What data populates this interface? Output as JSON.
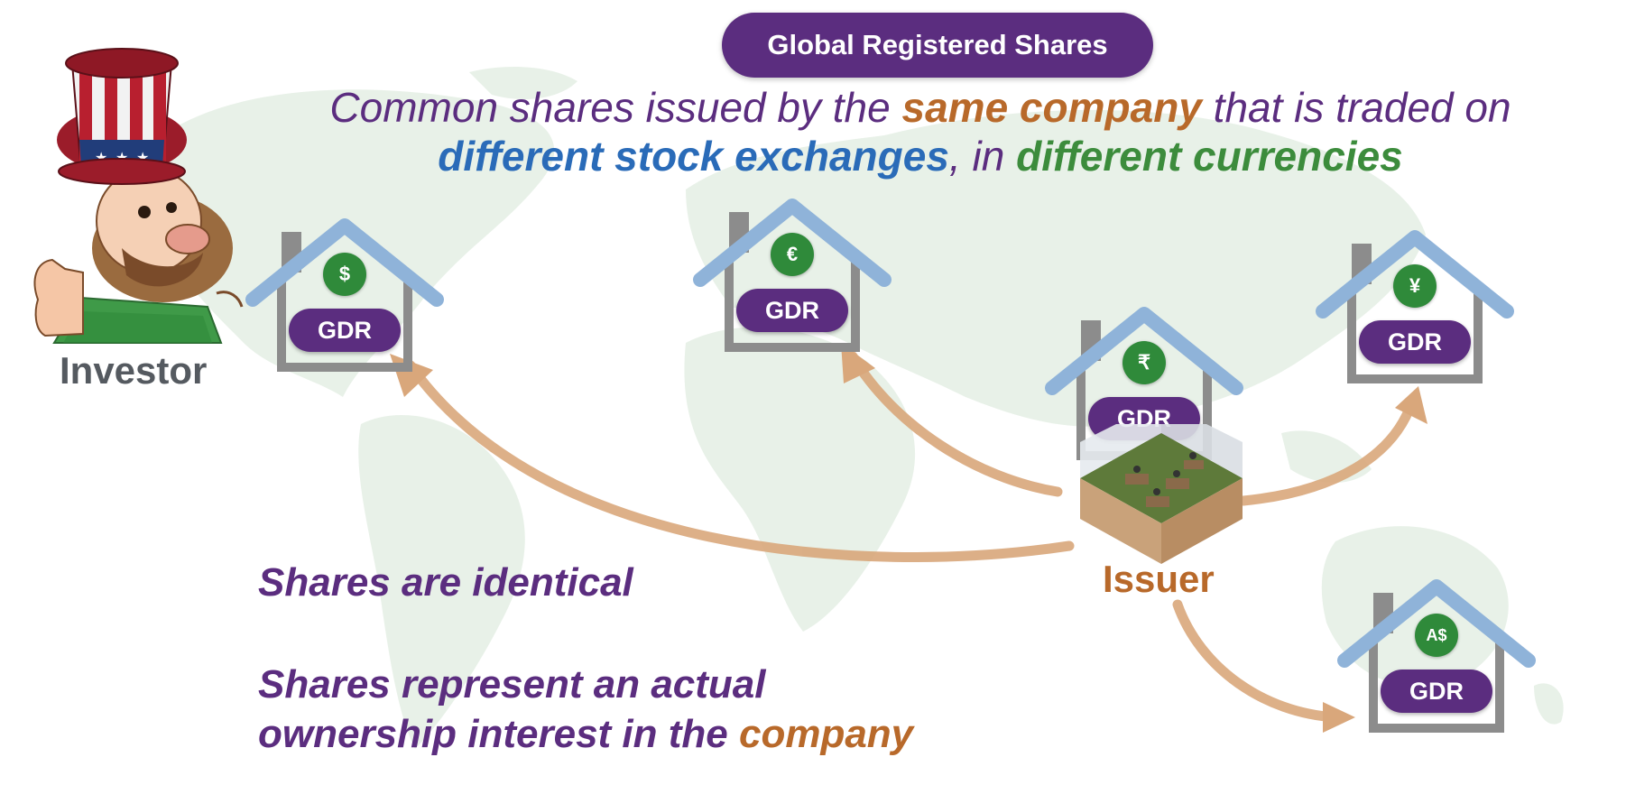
{
  "title": "Global Registered Shares",
  "subtitle": {
    "line1": {
      "part1": "Common shares issued by the ",
      "emphasis": "same company",
      "part2": " that is traded on"
    },
    "line2": {
      "emphasis1": "different stock exchanges",
      "part1": ", in ",
      "emphasis2": "different currencies"
    }
  },
  "investor_label": "Investor",
  "issuer_label": "Issuer",
  "houses": [
    {
      "currency": "$",
      "label": "GDR"
    },
    {
      "currency": "€",
      "label": "GDR"
    },
    {
      "currency": "₹",
      "label": "GDR"
    },
    {
      "currency": "¥",
      "label": "GDR"
    },
    {
      "currency": "A$",
      "label": "GDR"
    }
  ],
  "statements": {
    "identical": "Shares are identical",
    "ownership_line1": "Shares represent an actual",
    "ownership_line2_part": "ownership interest in the ",
    "ownership_emphasis": "company"
  },
  "colors": {
    "purple": "#5b2d7f",
    "orange": "#b8692a",
    "blue": "#2a6bb8",
    "green": "#3c8c3c",
    "arrow": "#d9a77b",
    "roof": "#8fb3d9",
    "wall": "#8c8c8c",
    "map": "#e8f1e8"
  }
}
